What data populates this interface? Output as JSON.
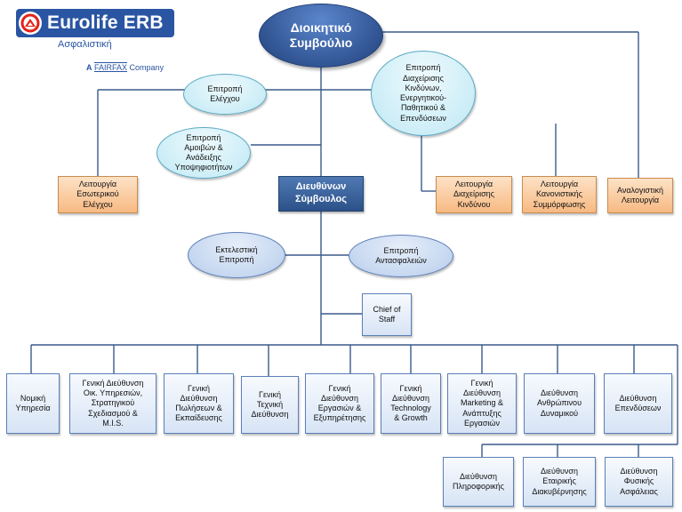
{
  "logo": {
    "name": "Eurolife ERB",
    "subtitle": "Ασφαλιστική",
    "tagline_pre": "A",
    "tagline_brand": "FAIRFAX",
    "tagline_post": "Company"
  },
  "board": "Διοικητικό\nΣυμβούλιο",
  "committees": {
    "audit": "Επιτροπή\nΕλέγχου",
    "risk_alm": "Επιτροπή\nΔιαχείρισης\nΚινδύνων,\nΕνεργητικού-\nΠαθητικού &\nΕπενδύσεων",
    "remuneration": "Επιτροπή\nΑμοιβών &\nΑνάδειξης\nΥποψηφιοτήτων",
    "executive": "Εκτελεστική\nΕπιτροπή",
    "reinsurance": "Επιτροπή\nΑντασφαλειών"
  },
  "functions": {
    "internal_audit": "Λειτουργία\nΕσωτερικού\nΕλέγχου",
    "risk_management": "Λειτουργία\nΔιαχείρισης\nΚινδύνου",
    "compliance": "Λειτουργία\nΚανονιστικής\nΣυμμόρφωσης",
    "actuarial": "Αναλογιστική\nΛειτουργία"
  },
  "ceo": "Διευθύνων\nΣύμβουλος",
  "chief_of_staff": "Chief of\nStaff",
  "divisions": [
    "Νομική\nΥπηρεσία",
    "Γενική Διεύθυνση\nΟικ. Υπηρεσιών,\nΣτρατηγικού\nΣχεδιασμού &\nM.I.S.",
    "Γενική\nΔιεύθυνση\nΠωλήσεων &\nΕκπαίδευσης",
    "Γενική\nΤεχνική\nΔιεύθυνση",
    "Γενική\nΔιεύθυνση\nΕργασιών &\nΕξυπηρέτησης",
    "Γενική\nΔιεύθυνση\nTechnology\n& Growth",
    "Γενική\nΔιεύθυνση\nMarketing &\nΑνάπτυξης\nΕργασιών",
    "Διεύθυνση\nΑνθρώπινου\nΔυναμικού",
    "Διεύθυνση\nΕπενδύσεων"
  ],
  "sub_divisions": [
    "Διεύθυνση\nΠληροφορικής",
    "Διεύθυνση\nΕταιρικής\nΔιακυβέρνησης",
    "Διεύθυνση\nΦυσικής\nΑσφάλειας"
  ],
  "colors": {
    "board": "#2b4f8f",
    "ceo": "#3a64a0",
    "committee_light": "#cdeef7",
    "committee_blue": "#c7d8f0",
    "function_orange": "#f9c699",
    "division_box": "#dde8f6",
    "connector": "#3a5a8c",
    "logo": "#2a55a3",
    "logo_accent": "#e2231a"
  }
}
